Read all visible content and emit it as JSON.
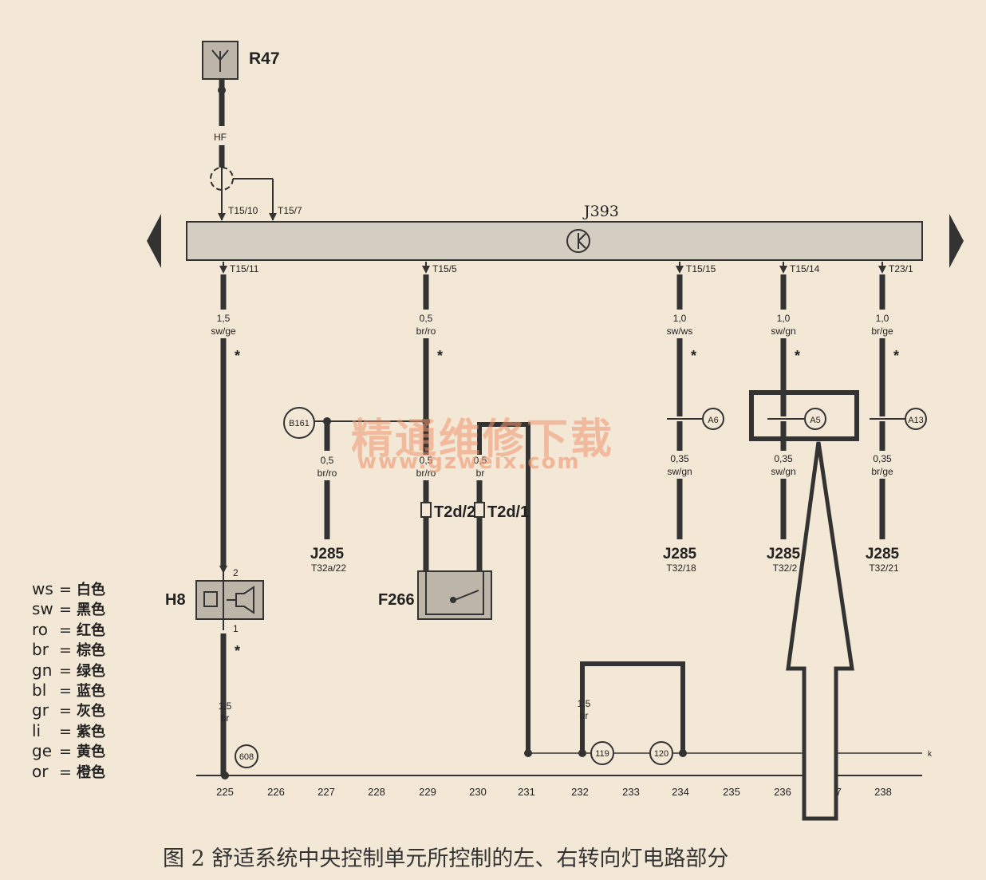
{
  "components": {
    "antenna": "R47",
    "control_unit": "J393",
    "horn": "H8",
    "switch": "F266"
  },
  "junctions": {
    "hf": "HF",
    "b161": "B161",
    "a6": "A6",
    "a5": "A5",
    "a13": "A13",
    "n608": "608",
    "n119": "119",
    "n120": "120"
  },
  "pins": {
    "t15_10": "T15/10",
    "t15_7": "T15/7",
    "t15_11": "T15/11",
    "t15_5": "T15/5",
    "t15_15": "T15/15",
    "t15_14": "T15/14",
    "t23_1": "T23/1",
    "t2d_2": "T2d/2",
    "t2d_1": "T2d/1",
    "h8_pin2": "2",
    "h8_pin1": "1"
  },
  "wires": [
    {
      "id": "w1",
      "size": "1,5",
      "color": "sw/ge"
    },
    {
      "id": "w2",
      "size": "0,5",
      "color": "br/ro"
    },
    {
      "id": "w3",
      "size": "1,0",
      "color": "sw/ws"
    },
    {
      "id": "w4",
      "size": "1,0",
      "color": "sw/gn"
    },
    {
      "id": "w5",
      "size": "1,0",
      "color": "br/ge"
    },
    {
      "id": "w6",
      "size": "0,5",
      "color": "br/ro"
    },
    {
      "id": "w7",
      "size": "0,5",
      "color": "br/ro"
    },
    {
      "id": "w8",
      "size": "0,5",
      "color": "br"
    },
    {
      "id": "w9",
      "size": "0,35",
      "color": "sw/gn"
    },
    {
      "id": "w10",
      "size": "0,35",
      "color": "sw/gn"
    },
    {
      "id": "w11",
      "size": "0,35",
      "color": "br/ge"
    },
    {
      "id": "w12",
      "size": "1,5",
      "color": "br"
    },
    {
      "id": "w13",
      "size": "1,5",
      "color": "br"
    }
  ],
  "connectors": [
    {
      "id": "c1",
      "label": "J285",
      "pin": "T32a/22"
    },
    {
      "id": "c2",
      "label": "J285",
      "pin": "T32/18"
    },
    {
      "id": "c3",
      "label": "J285",
      "pin": "T32/2"
    },
    {
      "id": "c4",
      "label": "J285",
      "pin": "T32/21"
    }
  ],
  "track_end": "k",
  "track_numbers": [
    "225",
    "226",
    "227",
    "228",
    "229",
    "230",
    "231",
    "232",
    "233",
    "234",
    "235",
    "236",
    "237",
    "238"
  ],
  "legend": [
    {
      "code": "ws",
      "name": "白色"
    },
    {
      "code": "sw",
      "name": "黑色"
    },
    {
      "code": "ro",
      "name": "红色"
    },
    {
      "code": "br",
      "name": "棕色"
    },
    {
      "code": "gn",
      "name": "绿色"
    },
    {
      "code": "bl",
      "name": "蓝色"
    },
    {
      "code": "gr",
      "name": "灰色"
    },
    {
      "code": "li",
      "name": "紫色"
    },
    {
      "code": "ge",
      "name": "黄色"
    },
    {
      "code": "or",
      "name": "橙色"
    }
  ],
  "watermark": {
    "text": "精通维修下载",
    "url": "www.gzweix.com"
  },
  "caption": "图 2   舒适系统中央控制单元所控制的左、右转向灯电路部分"
}
